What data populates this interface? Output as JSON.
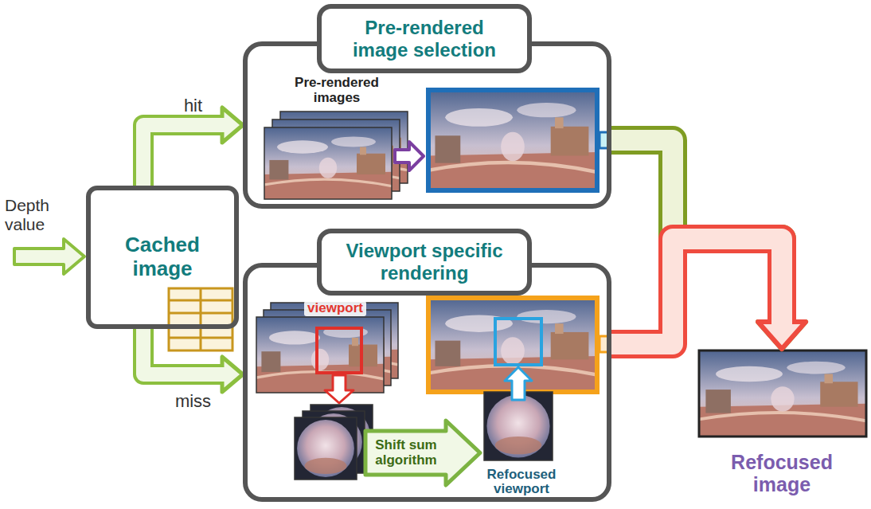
{
  "diagram": {
    "nodes": [
      {
        "text": [
          "Cached image"
        ]
      },
      {
        "text": [
          "Pre-rendered image selection"
        ]
      },
      {
        "text": [
          "Pre-rendered images"
        ],
        "in": 1
      },
      {
        "text": [
          "Viewport specific rendering"
        ]
      },
      {
        "text": [
          "viewport"
        ],
        "in": 3
      },
      {
        "text": [
          "Shift sum algorithm"
        ],
        "in": 3
      },
      {
        "text": [
          "Refocused viewport"
        ],
        "in": 3
      },
      {
        "text": [
          "Refocused image"
        ]
      }
    ],
    "edges": [
      {
        "from": 0,
        "to": 1,
        "label": "hit",
        "arrow": "to"
      },
      {
        "from": 0,
        "to": 3,
        "label": "miss",
        "arrow": "to"
      },
      {
        "from": 1,
        "to": 7,
        "arrow": "to"
      },
      {
        "from": 3,
        "to": 7,
        "arrow": "to"
      }
    ],
    "labels": [
      "Depth value"
    ]
  }
}
